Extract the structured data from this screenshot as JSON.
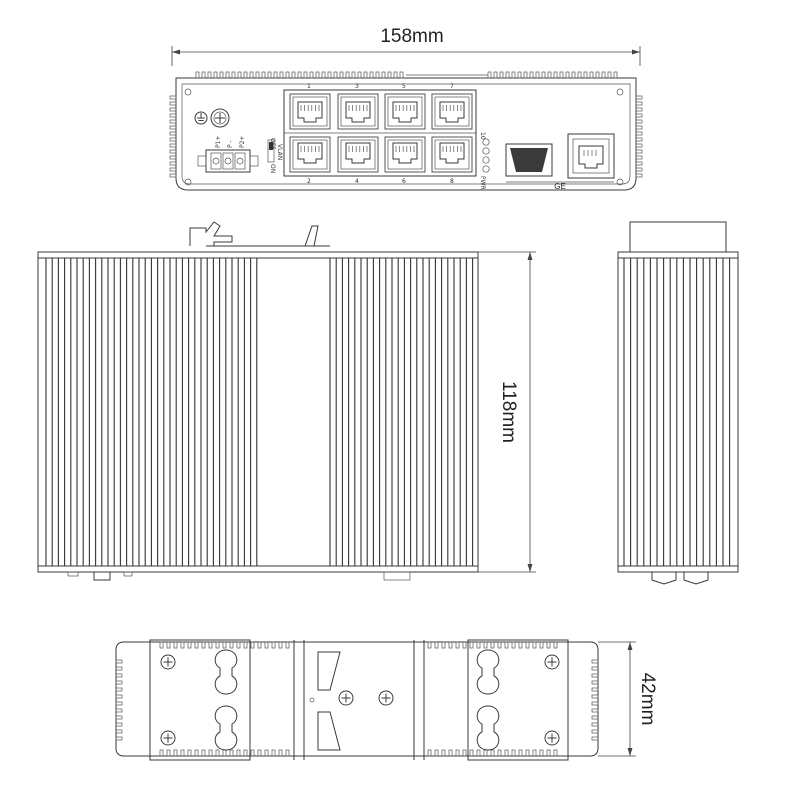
{
  "dimensions": {
    "width": "158mm",
    "depth": "118mm",
    "height": "42mm"
  },
  "front_panel": {
    "port_numbers_top": [
      "1",
      "3",
      "5",
      "7"
    ],
    "port_numbers_bottom": [
      "2",
      "4",
      "6",
      "8"
    ],
    "power_labels": [
      "P1+",
      "P -",
      "P2+"
    ],
    "switch_on": "ON",
    "switch_off": "OFF",
    "switch_label": "VLAN",
    "led_10": "10",
    "led_pwr": "PWR",
    "ge_label": "GE"
  }
}
